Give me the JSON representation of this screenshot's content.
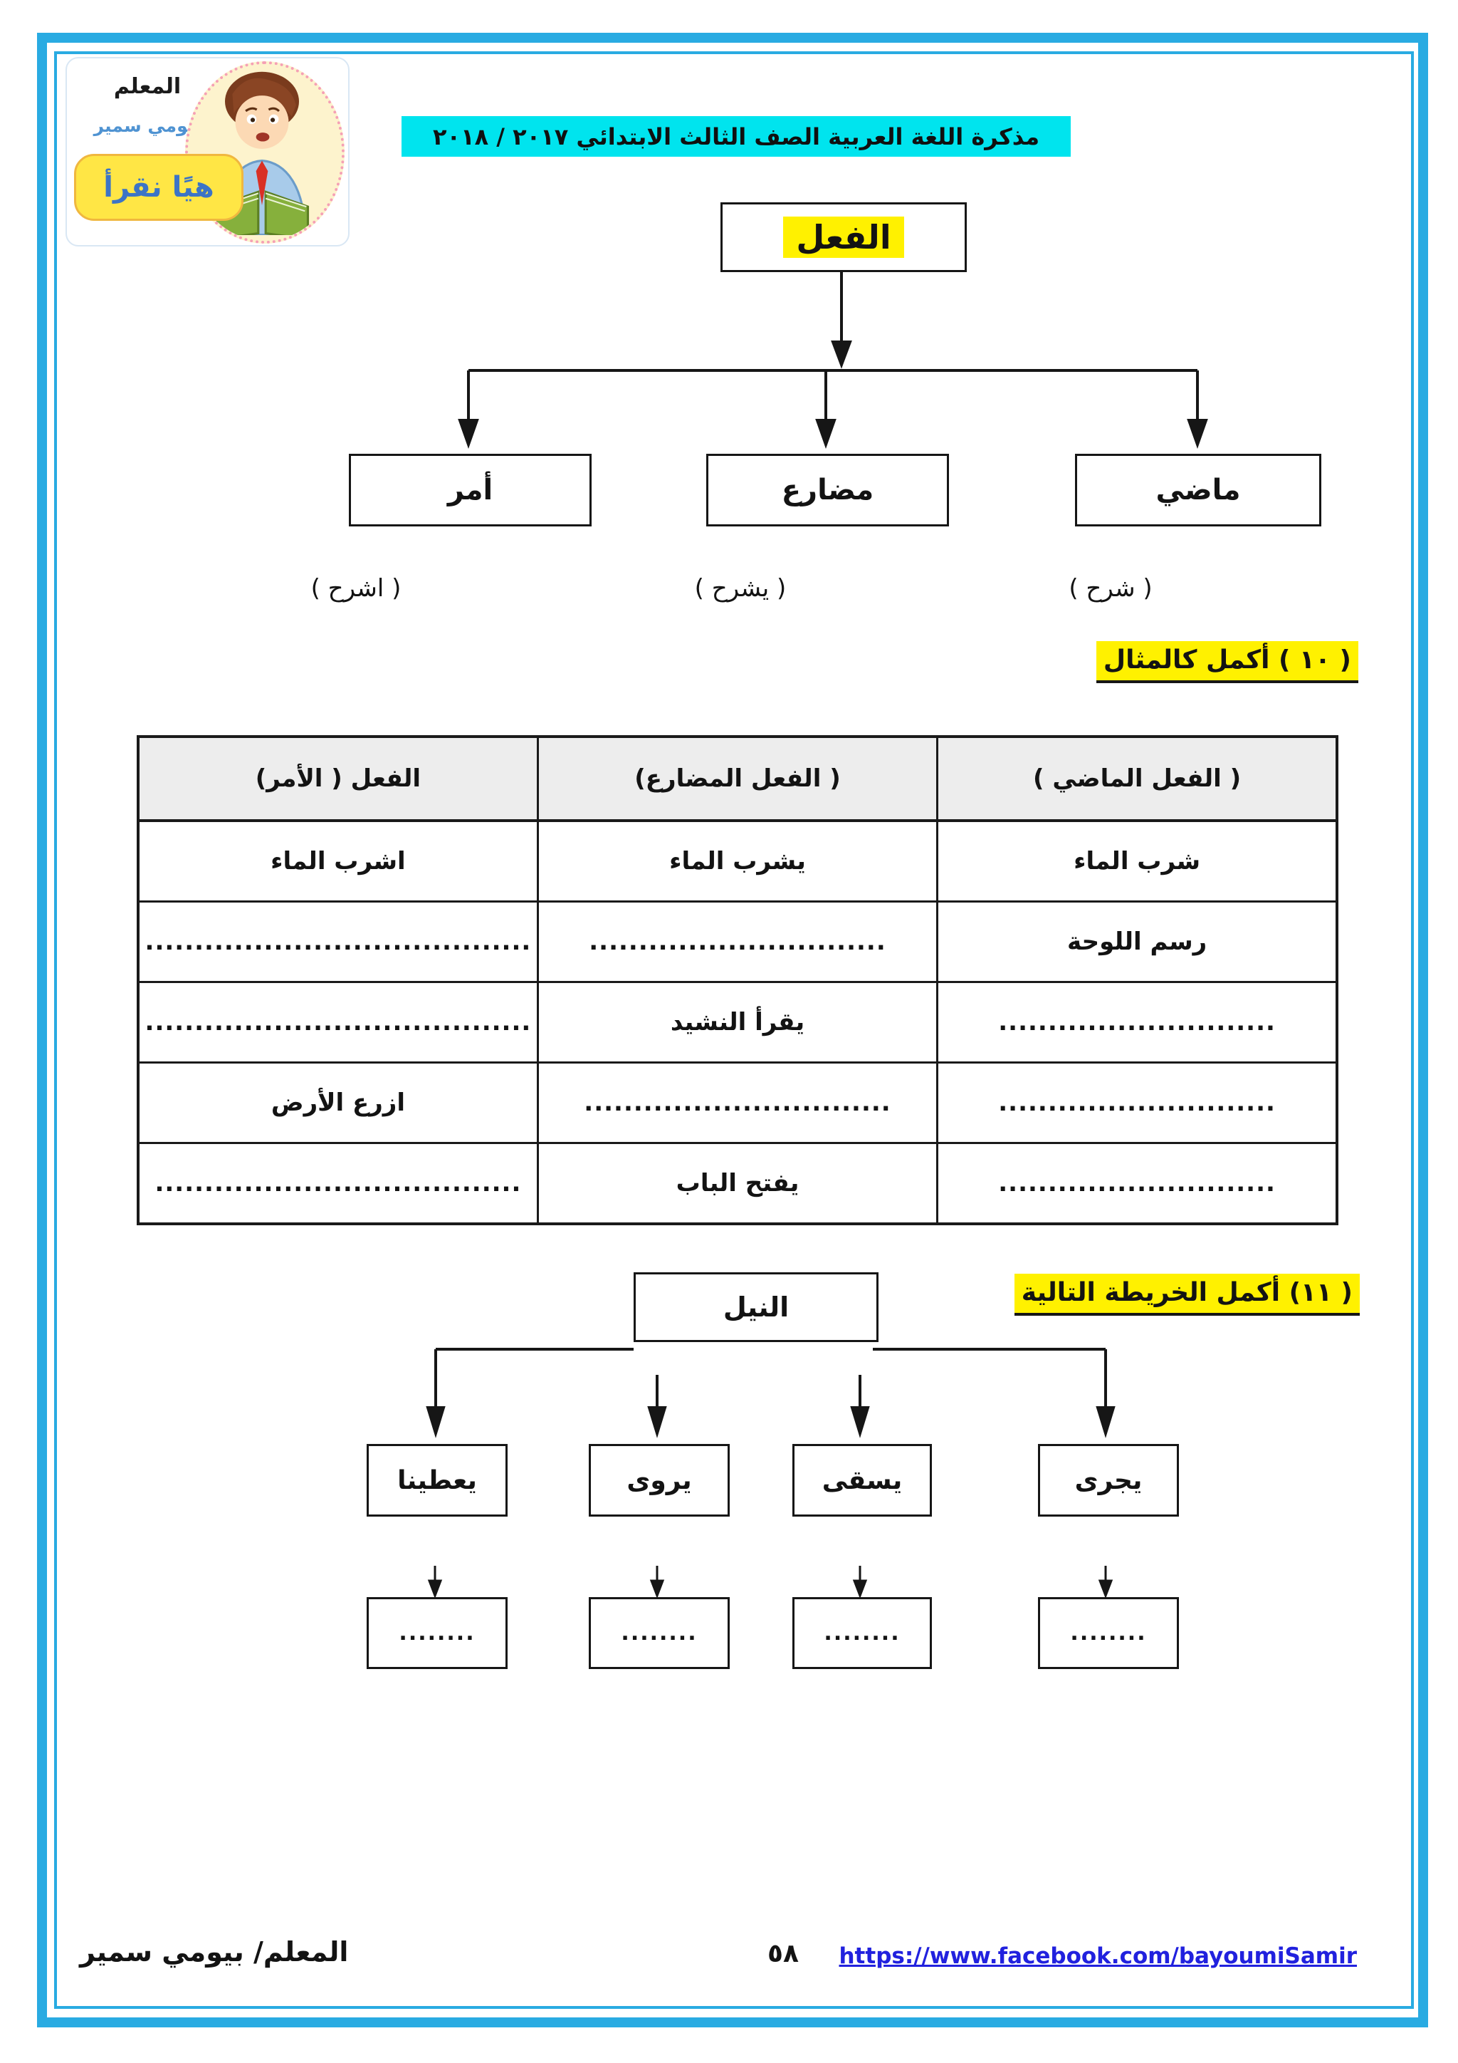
{
  "header": {
    "title": "مذكرة اللغة العربية الصف الثالث الابتدائي ٢٠١٧ / ٢٠١٨"
  },
  "logo": {
    "teacher_title": "المعلم",
    "teacher_name": "بيومي سمير",
    "slogan": "هيًا نقرأ"
  },
  "verb_chart": {
    "root": "الفعل",
    "children": [
      {
        "label": "ماضي",
        "example": "( شرح )"
      },
      {
        "label": "مضارع",
        "example": "( يشرح )"
      },
      {
        "label": "أمر",
        "example": "( اشرح )"
      }
    ]
  },
  "q10": {
    "heading": "( ١٠ ) أكمل كالمثال",
    "table": {
      "headers": [
        "( الفعل  الماضي )",
        "( الفعل المضارع)",
        "الفعل ( الأمر)"
      ],
      "rows": [
        [
          "شرب الماء",
          "يشرب الماء",
          "اشرب الماء"
        ],
        [
          "رسم اللوحة",
          "..............................",
          "......................................."
        ],
        [
          "............................",
          "يقرأ النشيد",
          "......................................."
        ],
        [
          "............................",
          "...............................",
          "ازرع الأرض"
        ],
        [
          "............................",
          "يفتح الباب",
          "....................................."
        ]
      ]
    }
  },
  "q11": {
    "heading": "( ١١) أكمل الخريطة التالية",
    "root": "النيل",
    "children": [
      {
        "label": "يجرى",
        "blank": "........"
      },
      {
        "label": "يسقى",
        "blank": "........"
      },
      {
        "label": "يروى",
        "blank": "........"
      },
      {
        "label": "يعطينا",
        "blank": "........"
      }
    ]
  },
  "footer": {
    "teacher": "المعلم/ بيومي سمير",
    "page_number": "٥٨",
    "link": "https://www.facebook.com/bayoumiSamir"
  },
  "colors": {
    "frame_blue": "#29abe2",
    "title_highlight": "#00e4ee",
    "yellow_highlight": "#fff100",
    "table_header_bg": "#ededed",
    "link_blue": "#2121de"
  }
}
